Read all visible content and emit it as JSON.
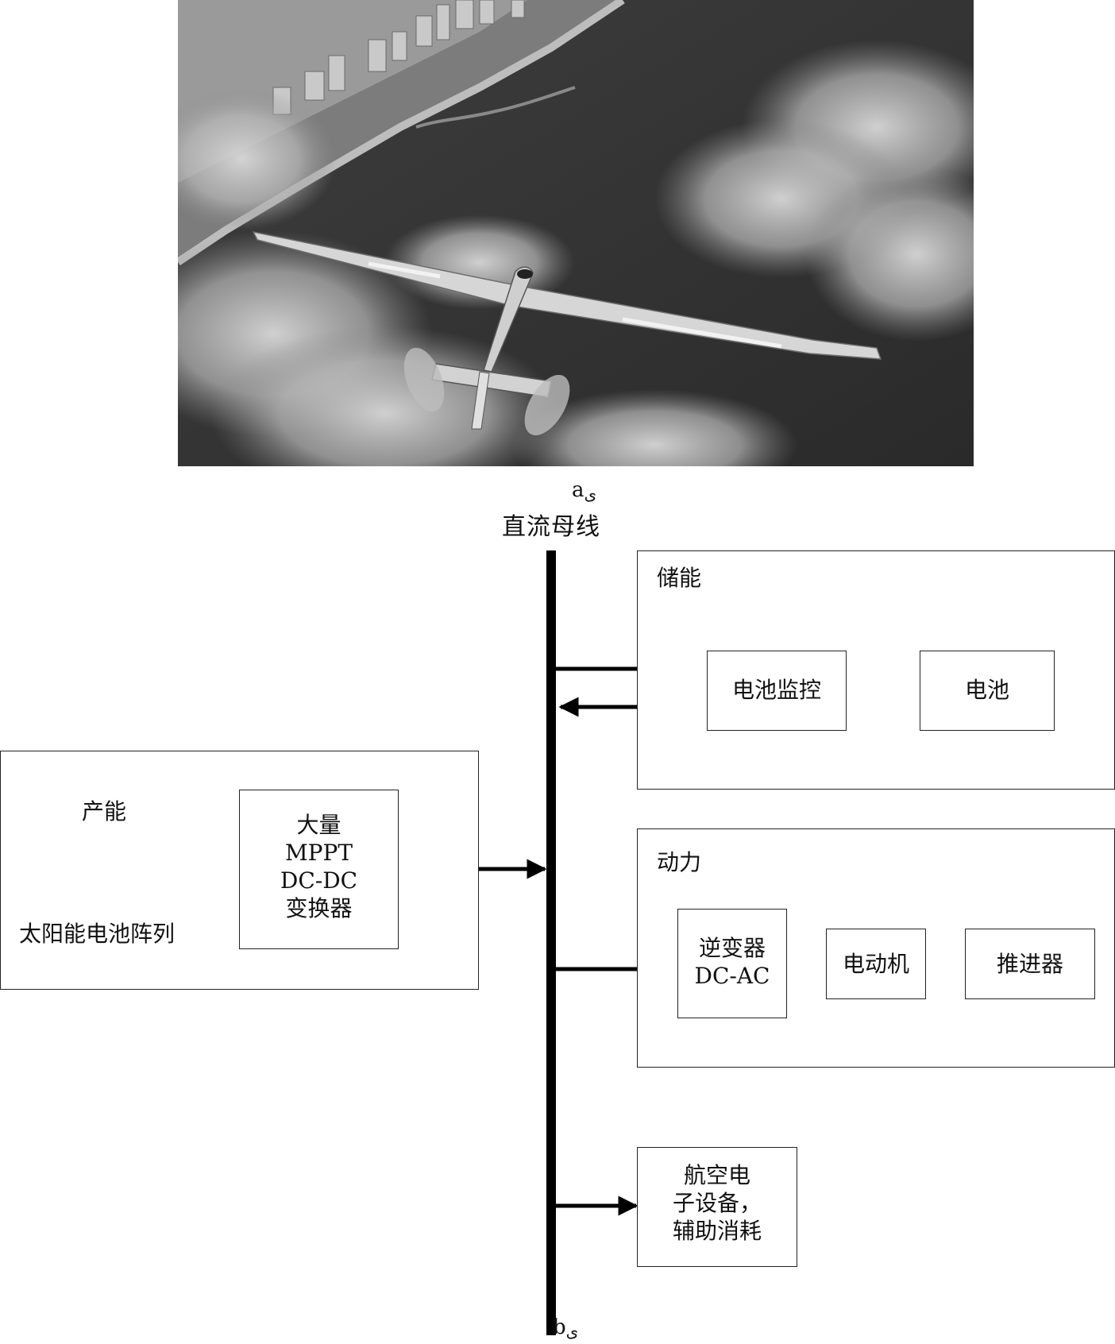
{
  "photo": {
    "caption": "a",
    "caption_mark": "ى"
  },
  "diagram": {
    "caption": "b",
    "caption_mark": "ى",
    "bus_label": "直流母线",
    "generation": {
      "group_label": "产能",
      "array_label": "太阳能电池阵列",
      "converter_label": "大量\nMPPT\nDC-DC\n变换器"
    },
    "storage": {
      "group_label": "储能",
      "monitor_label": "电池监控",
      "battery_label": "电池"
    },
    "propulsion": {
      "group_label": "动力",
      "inverter_label": "逆变器\nDC-AC",
      "motor_label": "电动机",
      "propeller_label": "推进器"
    },
    "avionics": {
      "label": "航空电\n子设备，\n辅助消耗"
    }
  }
}
